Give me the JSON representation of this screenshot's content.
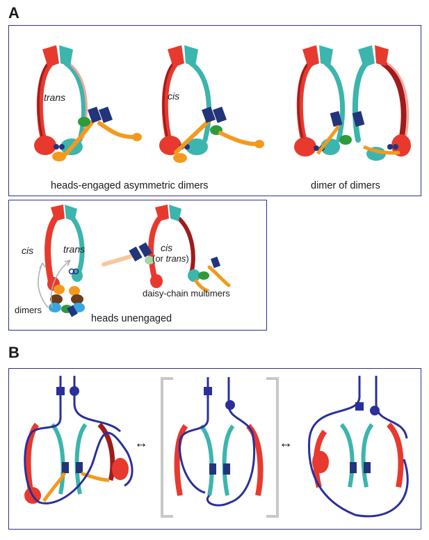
{
  "panels": {
    "a": "A",
    "b": "B"
  },
  "panel_a": {
    "states": [
      "trans",
      "cis"
    ],
    "caption_left": "heads-engaged asymmetric dimers",
    "caption_right": "dimer of dimers"
  },
  "panel_a2": {
    "cis": "cis",
    "trans": "trans",
    "dimers": "dimers",
    "cis2": "cis",
    "or_trans_open": "(or",
    "or_trans_word": "trans",
    "or_trans_close": ")",
    "daisy": "daisy-chain multimers",
    "caption": "heads unengaged"
  },
  "panel_b": {
    "arrow_glyph": "↔"
  },
  "colors": {
    "frame": "#2b2f8f",
    "red": "#e8392e",
    "dark_red": "#a01b1b",
    "teal": "#3bb5ad",
    "orange": "#f39a1d",
    "green": "#2e9b3a",
    "navy": "#22357a",
    "dna": "#2a2f9a",
    "bracket": "#c8c8c8"
  },
  "icons": [
    "smc-ring-icon",
    "hinge-icon",
    "kleisin-icon",
    "atp-icon",
    "dna-strand-icon",
    "bracket-icon",
    "double-arrow-icon"
  ]
}
